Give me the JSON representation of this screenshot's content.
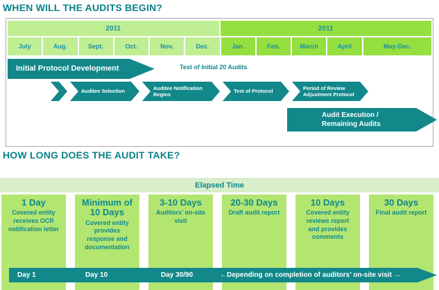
{
  "colors": {
    "teal": "#12888b",
    "light_green": "#c0ee92",
    "bright_green": "#95df40",
    "column_green": "#b2e671",
    "band_green": "#d8edca",
    "border_gray": "#a9a9a9",
    "heading_teal": "#0a8288"
  },
  "section_when": {
    "title": "WHEN WILL THE AUDITS BEGIN?",
    "timeline": {
      "year_left": "2011",
      "year_right": "2011",
      "months_left": [
        "July",
        "Aug.",
        "Sept.",
        "Oct.",
        "Nov.",
        "Dec."
      ],
      "months_right": [
        "Jan.",
        "Feb.",
        "March",
        "April",
        "May-Dec."
      ]
    },
    "arrows": {
      "initial_protocol": "Initial Protocol Development",
      "test_initial": "Test of Initial 20 Audits",
      "chevrons": [
        "Auditee Selection",
        "Auditee Notification Begins",
        "Test of Protocol",
        "Period of Review Adjustment Protocol"
      ],
      "audit_execution_line1": "Audit Execution /",
      "audit_execution_line2": "Remaining Audits"
    }
  },
  "section_duration": {
    "title": "HOW LONG DOES THE AUDIT TAKE?",
    "elapsed_label": "Elapsed Time",
    "columns": [
      {
        "heading": "1 Day",
        "body": "Covered entity receives OCR notification letter"
      },
      {
        "heading": "Minimum of 10 Days",
        "body": "Covered entity provides response and documentation"
      },
      {
        "heading": "3-10 Days",
        "body": "Auditors’ on-site visit"
      },
      {
        "heading": "20-30 Days",
        "body": "Draft audit report"
      },
      {
        "heading": "10 Days",
        "body": "Covered entity reviews report and provides comments"
      },
      {
        "heading": "30 Days",
        "body": "Final audit report"
      }
    ],
    "bar": {
      "day1": "Day 1",
      "day10": "Day 10",
      "day3090": "Day 30/90",
      "depending": "←Depending on completion of auditors’ on-site visit →"
    }
  }
}
